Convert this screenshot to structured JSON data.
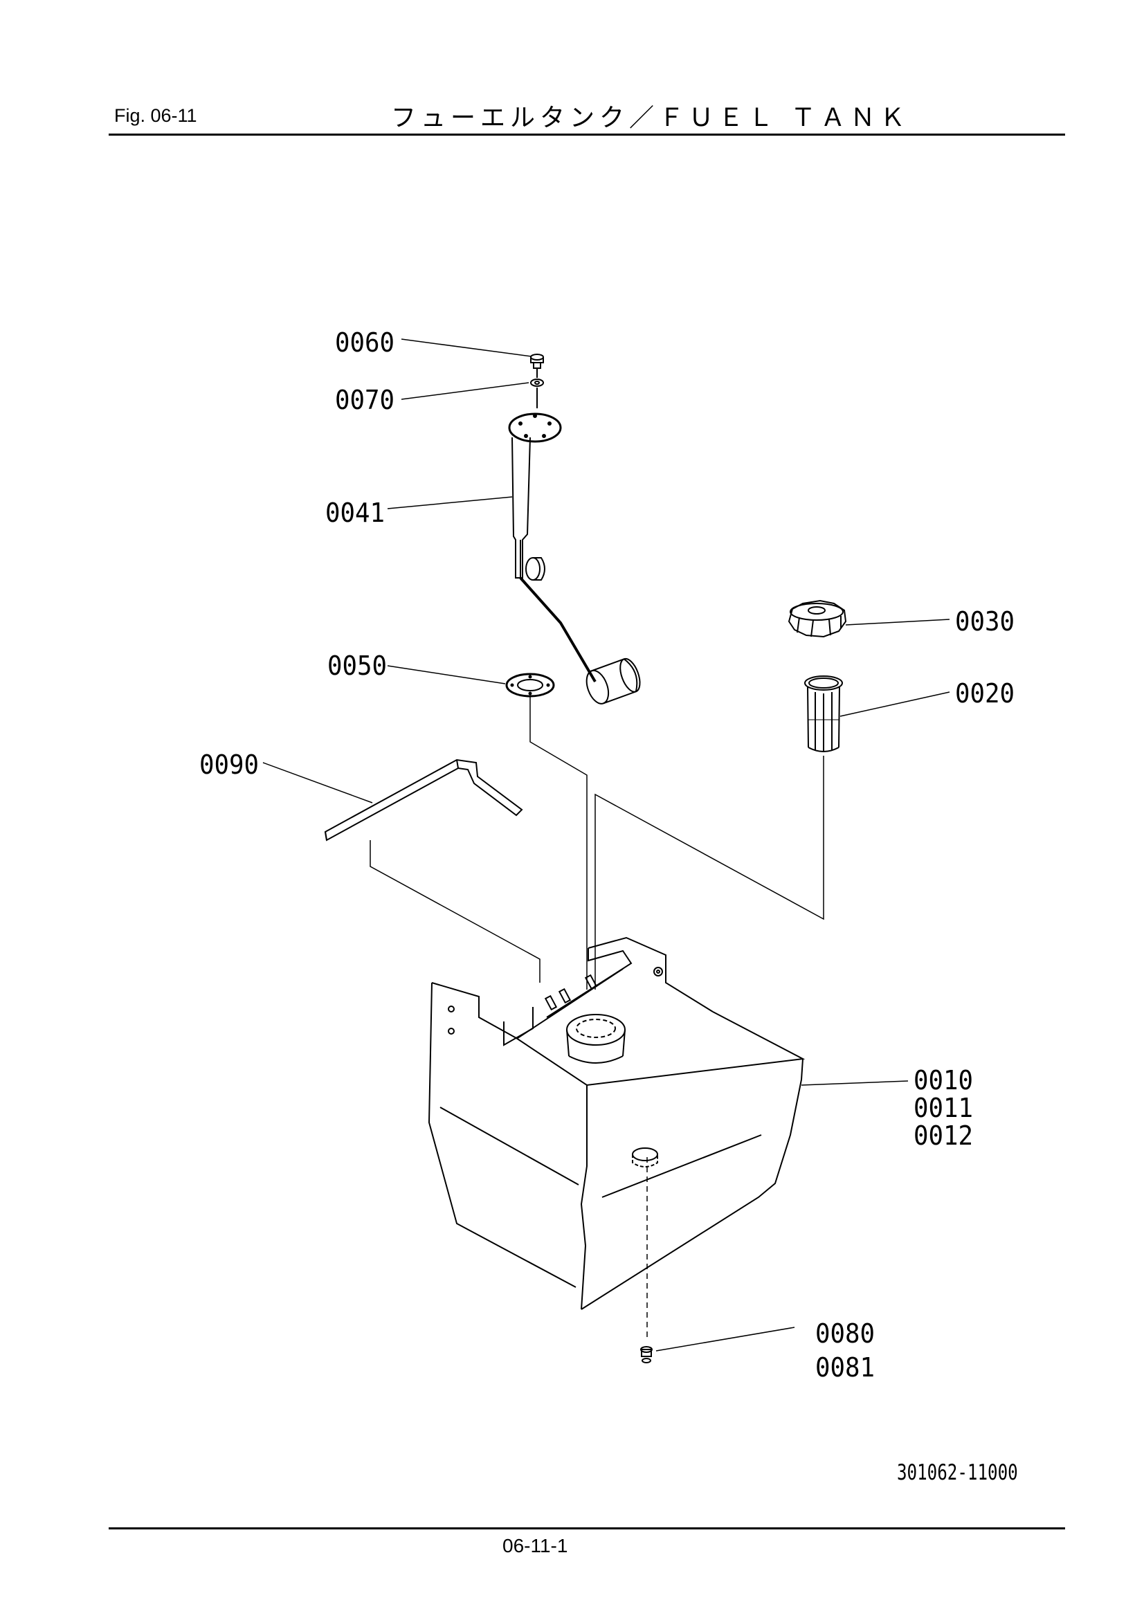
{
  "header": {
    "fig_label": "Fig.  06-11",
    "title": "フューエルタンク／ＦＵＥＬ ＴＡＮＫ"
  },
  "footer": {
    "page_number": "06-11-1",
    "drawing_number": "301062-11000"
  },
  "callouts": {
    "c0060": "0060",
    "c0070": "0070",
    "c0041": "0041",
    "c0050": "0050",
    "c0030": "0030",
    "c0020": "0020",
    "c0090": "0090",
    "c0010": "0010",
    "c0011": "0011",
    "c0012": "0012",
    "c0080": "0080",
    "c0081": "0081"
  }
}
